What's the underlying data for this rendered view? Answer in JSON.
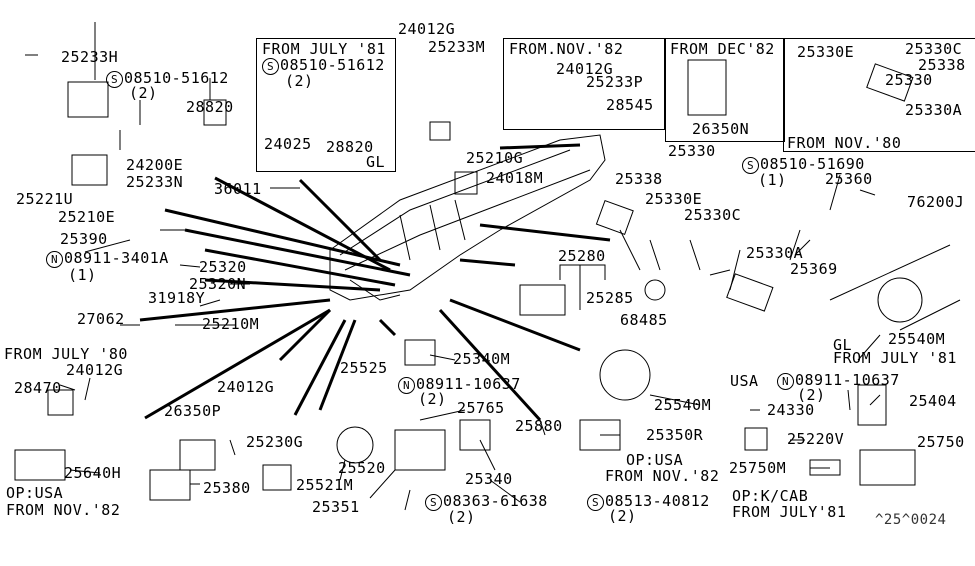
{
  "diagram": {
    "title": "Switch & Relay Parts Diagram",
    "watermark": "^25^0024",
    "labels": [
      {
        "id": "25233H",
        "text": "25233H"
      },
      {
        "id": "s08510-51612-a",
        "text": "08510-51612",
        "prefix": "S",
        "qty": "(2)"
      },
      {
        "id": "28820-a",
        "text": "28820"
      },
      {
        "id": "24200E",
        "text": "24200E"
      },
      {
        "id": "25233N",
        "text": "25233N"
      },
      {
        "id": "25221U",
        "text": "25221U"
      },
      {
        "id": "25210E",
        "text": "25210E"
      },
      {
        "id": "36011",
        "text": "36011"
      },
      {
        "id": "25390",
        "text": "25390"
      },
      {
        "id": "n08911-3401A",
        "text": "08911-3401A",
        "prefix": "N",
        "qty": "(1)"
      },
      {
        "id": "25320",
        "text": "25320"
      },
      {
        "id": "25320N",
        "text": "25320N"
      },
      {
        "id": "31918Y",
        "text": "31918Y"
      },
      {
        "id": "27062",
        "text": "27062"
      },
      {
        "id": "25210M",
        "text": "25210M"
      },
      {
        "id": "from-july-80",
        "text": "FROM JULY '80"
      },
      {
        "id": "24012G-a",
        "text": "24012G"
      },
      {
        "id": "28470",
        "text": "28470"
      },
      {
        "id": "25640H",
        "text": "25640H"
      },
      {
        "id": "op-usa-a",
        "text": "OP:USA"
      },
      {
        "id": "from-nov-82-a",
        "text": "FROM NOV.'82"
      },
      {
        "id": "24012G-b",
        "text": "24012G"
      },
      {
        "id": "26350P",
        "text": "26350P"
      },
      {
        "id": "25380",
        "text": "25380"
      },
      {
        "id": "25230G",
        "text": "25230G"
      },
      {
        "id": "25525",
        "text": "25525"
      },
      {
        "id": "25520",
        "text": "25520"
      },
      {
        "id": "25521M",
        "text": "25521M"
      },
      {
        "id": "25351",
        "text": "25351"
      },
      {
        "id": "n08911-10637-a",
        "text": "08911-10637",
        "prefix": "N",
        "qty": "(2)"
      },
      {
        "id": "25765",
        "text": "25765"
      },
      {
        "id": "25340",
        "text": "25340"
      },
      {
        "id": "s08363-61638",
        "text": "08363-61638",
        "prefix": "S",
        "qty": "(2)"
      },
      {
        "id": "25340M",
        "text": "25340M"
      },
      {
        "id": "25880",
        "text": "25880"
      },
      {
        "id": "s08513-40812",
        "text": "08513-40812",
        "prefix": "S",
        "qty": "(2)"
      },
      {
        "id": "25540M-a",
        "text": "25540M"
      },
      {
        "id": "25350R",
        "text": "25350R"
      },
      {
        "id": "op-usa-b",
        "text": "OP:USA"
      },
      {
        "id": "from-nov-82-b",
        "text": "FROM NOV.'82"
      },
      {
        "id": "24012G-c",
        "text": "24012G"
      },
      {
        "id": "25233M",
        "text": "25233M"
      },
      {
        "id": "25210G",
        "text": "25210G"
      },
      {
        "id": "24018M",
        "text": "24018M"
      },
      {
        "id": "25280",
        "text": "25280"
      },
      {
        "id": "25285",
        "text": "25285"
      },
      {
        "id": "68485",
        "text": "68485"
      },
      {
        "id": "25330-main",
        "text": "25330"
      },
      {
        "id": "25338",
        "text": "25338"
      },
      {
        "id": "25330E",
        "text": "25330E"
      },
      {
        "id": "25330C",
        "text": "25330C"
      },
      {
        "id": "25330A",
        "text": "25330A"
      },
      {
        "id": "s08510-51690",
        "text": "08510-51690",
        "prefix": "S",
        "qty": "(1)"
      },
      {
        "id": "25360",
        "text": "25360"
      },
      {
        "id": "76200J",
        "text": "76200J"
      },
      {
        "id": "25369",
        "text": "25369"
      },
      {
        "id": "25540M-b",
        "text": "25540M"
      },
      {
        "id": "gl-b",
        "text": "GL"
      },
      {
        "id": "from-july-81-b",
        "text": "FROM JULY '81"
      },
      {
        "id": "usa",
        "text": "USA"
      },
      {
        "id": "n08911-10637-b",
        "text": "08911-10637",
        "prefix": "N",
        "qty": "(2)"
      },
      {
        "id": "24330",
        "text": "24330"
      },
      {
        "id": "25404",
        "text": "25404"
      },
      {
        "id": "25220V",
        "text": "25220V"
      },
      {
        "id": "25750",
        "text": "25750"
      },
      {
        "id": "25750M",
        "text": "25750M"
      },
      {
        "id": "op-kcab",
        "text": "OP:K/CAB"
      },
      {
        "id": "from-july-81-c",
        "text": "FROM JULY'81"
      }
    ],
    "insets": {
      "july81": {
        "title": "FROM JULY '81",
        "screw": "08510-51612",
        "screw_prefix": "S",
        "screw_qty": "(2)",
        "part1": "24025",
        "part2": "28820",
        "grade": "GL"
      },
      "nov82": {
        "title": "FROM.NOV.'82",
        "part1": "24012G",
        "part2": "25233P",
        "part3": "28545"
      },
      "dec82": {
        "title": "FROM DEC'82",
        "part1": "26350N"
      },
      "nov80": {
        "title": "FROM NOV.'80",
        "part1": "25330E",
        "part2": "25330C",
        "part3": "25338",
        "part4": "25330",
        "part5": "25330A"
      }
    }
  }
}
